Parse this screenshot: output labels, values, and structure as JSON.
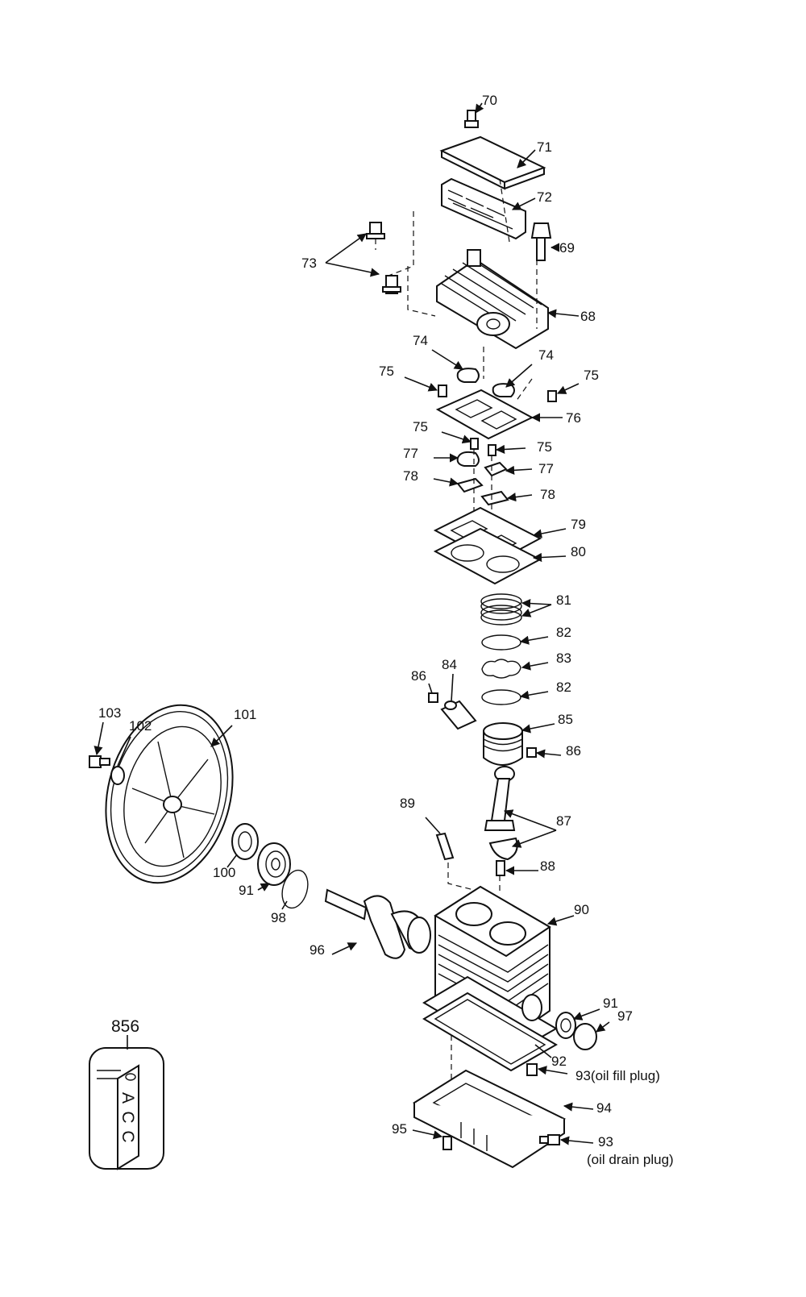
{
  "labels": {
    "p70": "70",
    "p71": "71",
    "p72": "72",
    "p69": "69",
    "p73": "73",
    "p68": "68",
    "p74a": "74",
    "p74b": "74",
    "p75a": "75",
    "p75b": "75",
    "p75c": "75",
    "p75d": "75",
    "p76": "76",
    "p77a": "77",
    "p77b": "77",
    "p78a": "78",
    "p78b": "78",
    "p79": "79",
    "p80": "80",
    "p81": "81",
    "p82a": "82",
    "p83": "83",
    "p82b": "82",
    "p86a": "86",
    "p84": "84",
    "p85": "85",
    "p86b": "86",
    "p103": "103",
    "p102": "102",
    "p101": "101",
    "p89": "89",
    "p87": "87",
    "p88": "88",
    "p100": "100",
    "p91a": "91",
    "p98": "98",
    "p96": "96",
    "p90": "90",
    "p91b": "91",
    "p97": "97",
    "p92": "92",
    "p93a": "93(oil fill plug)",
    "p94": "94",
    "p95": "95",
    "p93b": "93",
    "p93b_note": "(oil drain plug)",
    "p856": "856"
  },
  "decal": {
    "letters": [
      "A",
      "C",
      "C"
    ]
  }
}
